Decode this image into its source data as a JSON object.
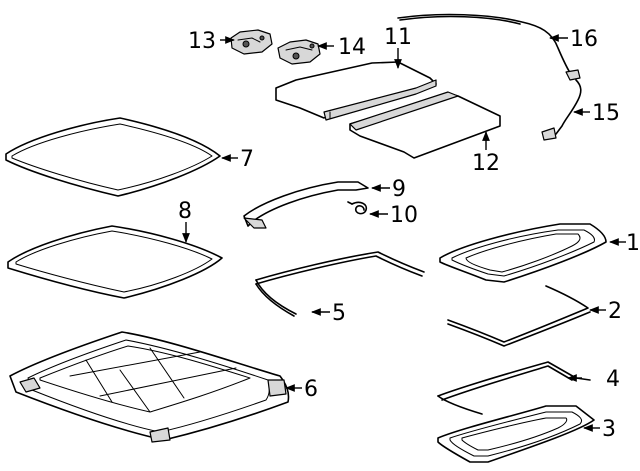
{
  "callouts": {
    "c1": "1",
    "c2": "2",
    "c3": "3",
    "c4": "4",
    "c5": "5",
    "c6": "6",
    "c7": "7",
    "c8": "8",
    "c9": "9",
    "c10": "10",
    "c11": "11",
    "c12": "12",
    "c13": "13",
    "c14": "14",
    "c15": "15",
    "c16": "16"
  },
  "colors": {
    "line": "#000000",
    "background": "#ffffff",
    "shade": "#d8d8d8"
  }
}
